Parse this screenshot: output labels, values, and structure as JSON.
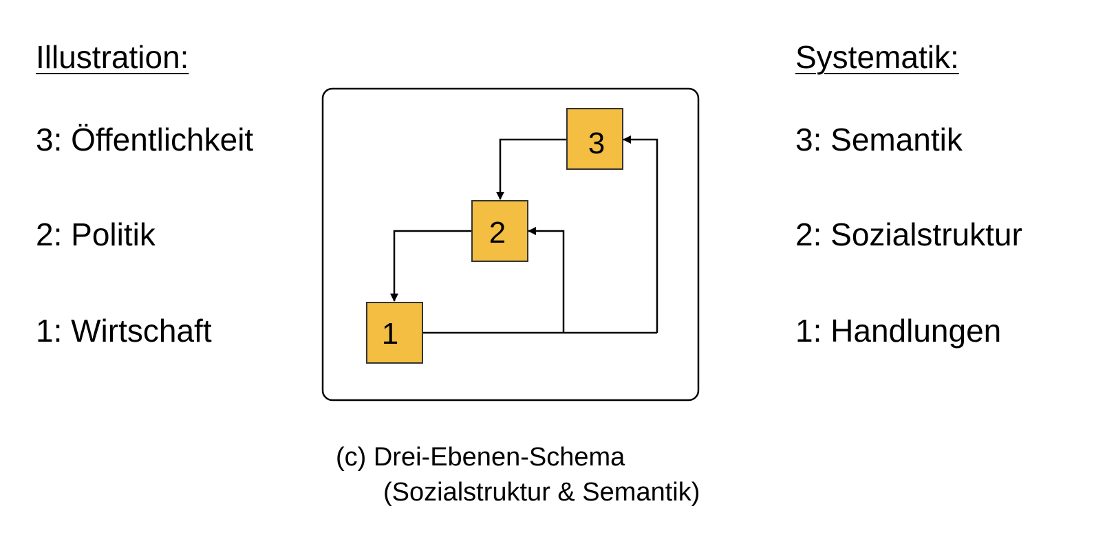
{
  "illustration": {
    "heading": "Illustration:",
    "levels": [
      {
        "text": "3: Öffentlichkeit"
      },
      {
        "text": "2: Politik"
      },
      {
        "text": "1: Wirtschaft"
      }
    ]
  },
  "systematik": {
    "heading": "Systematik:",
    "levels": [
      {
        "text": "3: Semantik"
      },
      {
        "text": "2: Sozialstruktur"
      },
      {
        "text": "1: Handlungen"
      }
    ]
  },
  "diagram": {
    "boxes": [
      {
        "label": "1"
      },
      {
        "label": "2"
      },
      {
        "label": "3"
      }
    ],
    "box_color": "#F3BE41",
    "box_border": "#333333"
  },
  "caption": {
    "line1": "(c) Drei-Ebenen-Schema",
    "line2": "(Sozialstruktur & Semantik)"
  }
}
